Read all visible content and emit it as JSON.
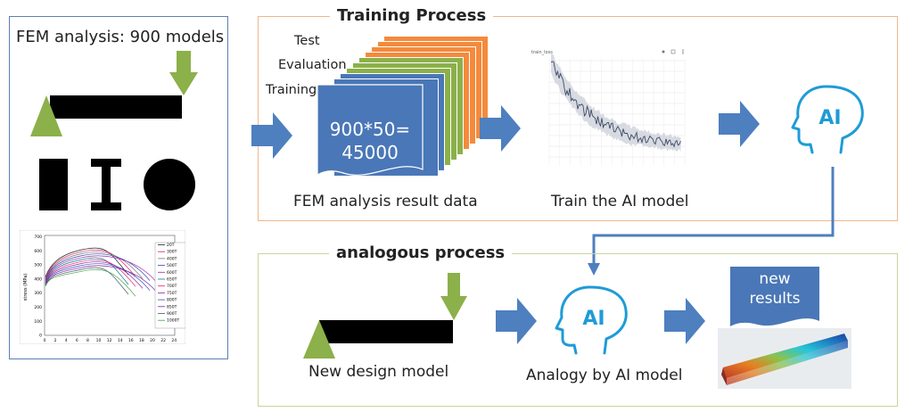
{
  "left_panel": {
    "title": "FEM analysis: 900 models",
    "chart_legend": [
      "20T",
      "300T",
      "400T",
      "500T",
      "600T",
      "650T",
      "700T",
      "750T",
      "800T",
      "850T",
      "900T",
      "1000T"
    ],
    "chart_yticks": [
      "700",
      "600",
      "500",
      "400",
      "300",
      "200",
      "100",
      "0"
    ],
    "chart_xticks": [
      "0",
      "2",
      "4",
      "6",
      "8",
      "10",
      "12",
      "14",
      "16",
      "18",
      "20",
      "22",
      "24"
    ],
    "chart_ylabel": "stress (MPa)"
  },
  "training": {
    "title": "Training Process",
    "stack_labels": {
      "test": "Test",
      "evaluation": "Evaluation",
      "training": "Training"
    },
    "data_count_line1": "900*50=",
    "data_count_line2": "45000",
    "data_caption": "FEM analysis result data",
    "loss_plot_title": "train_loss",
    "model_caption": "Train the AI model",
    "ai_label": "AI"
  },
  "analogous": {
    "title": "analogous process",
    "new_design_caption": "New design model",
    "ai_label": "AI",
    "analogy_caption": "Analogy by AI model",
    "new_results_line1": "new",
    "new_results_line2": "results"
  },
  "colors": {
    "blue_arrow": "#4e7fbf",
    "green": "#8cb04a",
    "orange": "#f58a3c",
    "doc_blue": "#4a77b7",
    "ai_blue": "#1f9bd7"
  }
}
